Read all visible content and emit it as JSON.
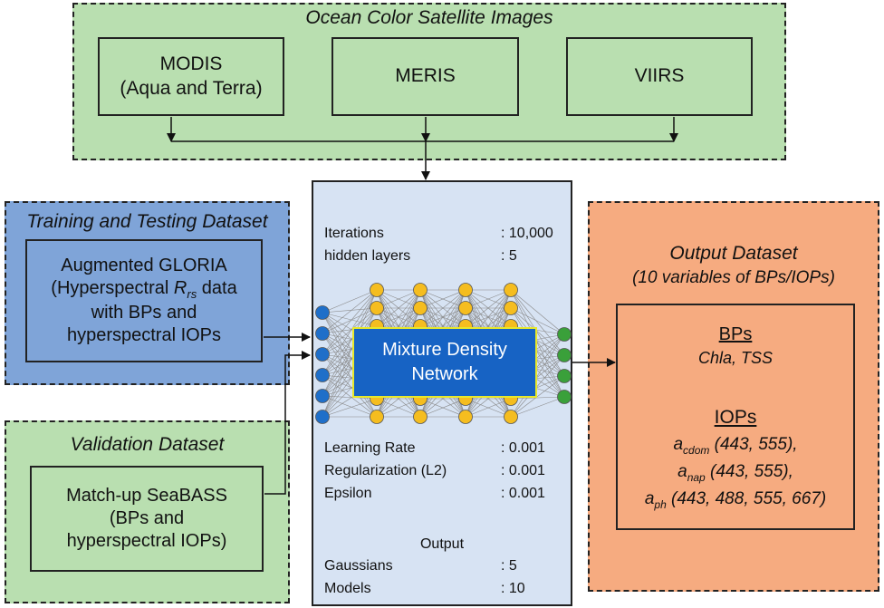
{
  "satellite": {
    "title": "Ocean Color Satellite Images",
    "sensors": [
      {
        "line1": "MODIS",
        "line2": "(Aqua and Terra)"
      },
      {
        "line1": "MERIS",
        "line2": ""
      },
      {
        "line1": "VIIRS",
        "line2": ""
      }
    ]
  },
  "training": {
    "title": "Training and Testing Dataset",
    "box_line1": "Augmented GLORIA",
    "box_line2_prefix": "(Hyperspectral ",
    "box_line2_var": "R",
    "box_line2_sub": "rs",
    "box_line2_suffix": " data",
    "box_line3": "with BPs and",
    "box_line4": "hyperspectral IOPs"
  },
  "validation": {
    "title": "Validation Dataset",
    "box_line1": "Match-up SeaBASS",
    "box_line2": "(BPs and",
    "box_line3": "hyperspectral IOPs)"
  },
  "mdn": {
    "label_line1": "Mixture Density",
    "label_line2": "Network",
    "params_top": [
      {
        "name": "Iterations",
        "value": ": 10,000"
      },
      {
        "name": "hidden layers",
        "value": ": 5"
      }
    ],
    "params_mid": [
      {
        "name": "Learning Rate",
        "value": ": 0.001"
      },
      {
        "name": "Regularization (L2)",
        "value": ": 0.001"
      },
      {
        "name": "Epsilon",
        "value": ": 0.001"
      }
    ],
    "output_heading": "Output",
    "params_out": [
      {
        "name": "Gaussians",
        "value": ": 5"
      },
      {
        "name": "Models",
        "value": ": 10"
      }
    ],
    "colors": {
      "input_node": "#1f6fc9",
      "hidden_node": "#f5bd1f",
      "output_node": "#3aa03a",
      "label_bg": "#1763c4",
      "label_border": "#e8e82a"
    }
  },
  "output": {
    "title": "Output Dataset",
    "subtitle": "(10 variables of BPs/IOPs)",
    "bps_heading": "BPs",
    "bps_values": "Chla, TSS",
    "iops_heading": "IOPs",
    "iops": [
      {
        "var": "a",
        "sub": "cdom",
        "wl": " (443, 555),"
      },
      {
        "var": "a",
        "sub": "nap",
        "wl": " (443, 555),"
      },
      {
        "var": "a",
        "sub": "ph",
        "wl": " (443, 488, 555, 667)"
      }
    ]
  }
}
